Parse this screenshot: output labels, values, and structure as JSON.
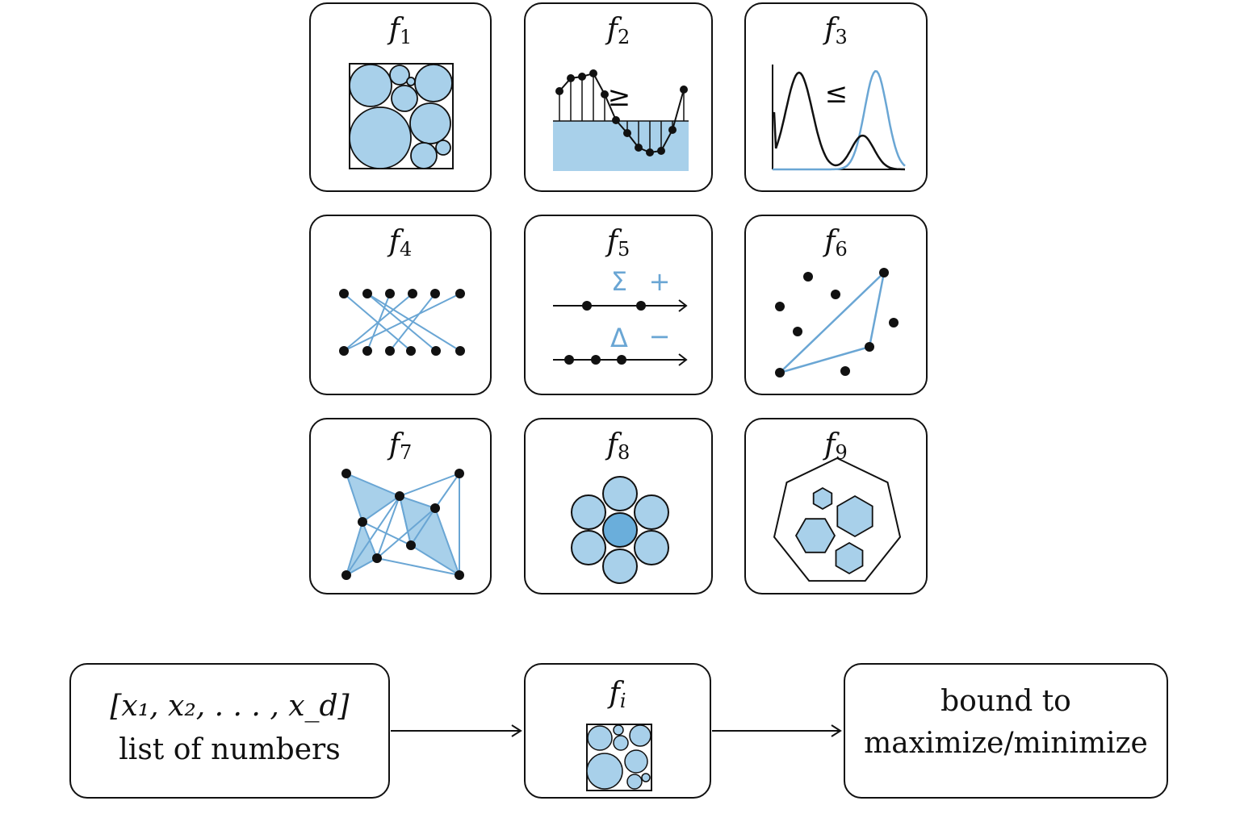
{
  "tiles": [
    {
      "name": "f",
      "sub": "1"
    },
    {
      "name": "f",
      "sub": "2",
      "symbol": "≥"
    },
    {
      "name": "f",
      "sub": "3",
      "symbol": "≤"
    },
    {
      "name": "f",
      "sub": "4"
    },
    {
      "name": "f",
      "sub": "5",
      "sum": "Σ",
      "plus": "+",
      "delta": "Δ",
      "minus": "−"
    },
    {
      "name": "f",
      "sub": "6"
    },
    {
      "name": "f",
      "sub": "7"
    },
    {
      "name": "f",
      "sub": "8"
    },
    {
      "name": "f",
      "sub": "9"
    }
  ],
  "flow": {
    "input_vector": "[x₁, x₂, . . . , x_d]",
    "input_label": "list of numbers",
    "function_name": "f",
    "function_sub": "i",
    "output_line1": "bound to",
    "output_line2": "maximize/minimize"
  },
  "colors": {
    "fill": "#a8d0ea",
    "fill_dark": "#6aaedb",
    "line": "#6aa6d4",
    "ink": "#111111"
  }
}
